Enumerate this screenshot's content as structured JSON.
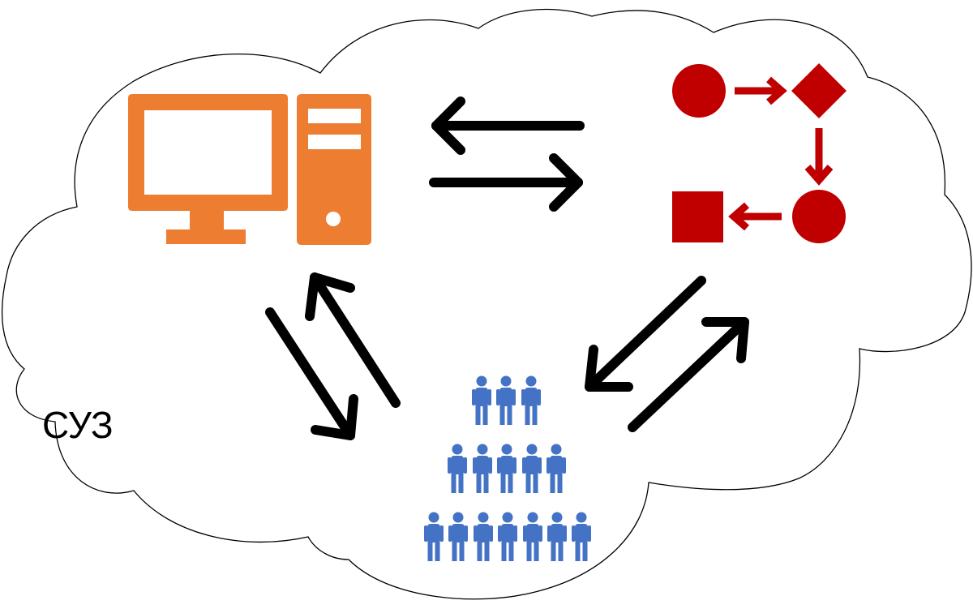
{
  "cloud": {
    "label": "СУЗ"
  },
  "nodes": [
    {
      "id": "computer",
      "icon": "desktop-computer-icon"
    },
    {
      "id": "process",
      "icon": "process-flow-icon"
    },
    {
      "id": "people",
      "icon": "people-pyramid-icon"
    }
  ],
  "connections": [
    {
      "from": "process",
      "to": "computer"
    },
    {
      "from": "computer",
      "to": "process"
    },
    {
      "from": "computer",
      "to": "people"
    },
    {
      "from": "people",
      "to": "computer"
    },
    {
      "from": "process",
      "to": "people"
    },
    {
      "from": "people",
      "to": "process"
    }
  ],
  "colors": {
    "computer": "#ED7D31",
    "process": "#C00000",
    "people": "#4472C4",
    "arrows": "#000000",
    "cloud_outline": "#000000",
    "background": "#FFFFFF"
  }
}
